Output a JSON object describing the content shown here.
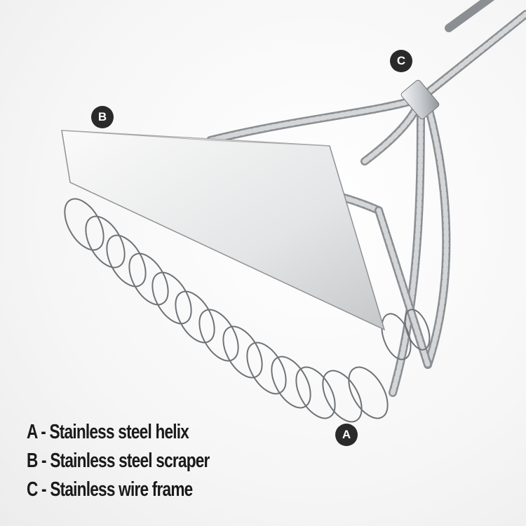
{
  "callouts": {
    "a": "A",
    "b": "B",
    "c": "C"
  },
  "legend": [
    "A - Stainless steel helix",
    "B - Stainless steel scraper",
    "C - Stainless wire frame"
  ],
  "colors": {
    "callout": "#2a2a2a",
    "steel": "#b8bcc0",
    "text": "#1a1a1a"
  }
}
